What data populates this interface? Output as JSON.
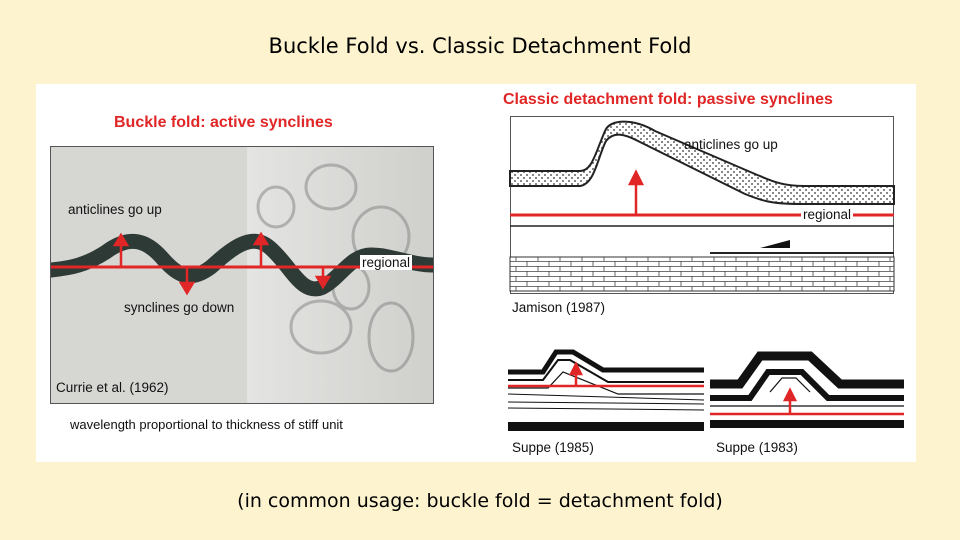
{
  "title": "Buckle Fold vs. Classic Detachment Fold",
  "caption": "(in common usage: buckle fold = detachment fold)",
  "left": {
    "heading": "Buckle fold: active synclines",
    "anticlines": "anticlines go up",
    "synclines": "synclines go down",
    "regional": "regional",
    "credit": "Currie et al. (1962)",
    "note": "wavelength proportional to thickness of stiff unit"
  },
  "right": {
    "heading": "Classic detachment fold: passive synclines",
    "anticlines": "anticlines go up",
    "regional": "regional",
    "credit_top": "Jamison (1987)",
    "credit_bl": "Suppe (1985)",
    "credit_br": "Suppe (1983)"
  },
  "colors": {
    "background": "#fdf3cf",
    "accent": "#e02626",
    "panel": "#ffffff"
  }
}
